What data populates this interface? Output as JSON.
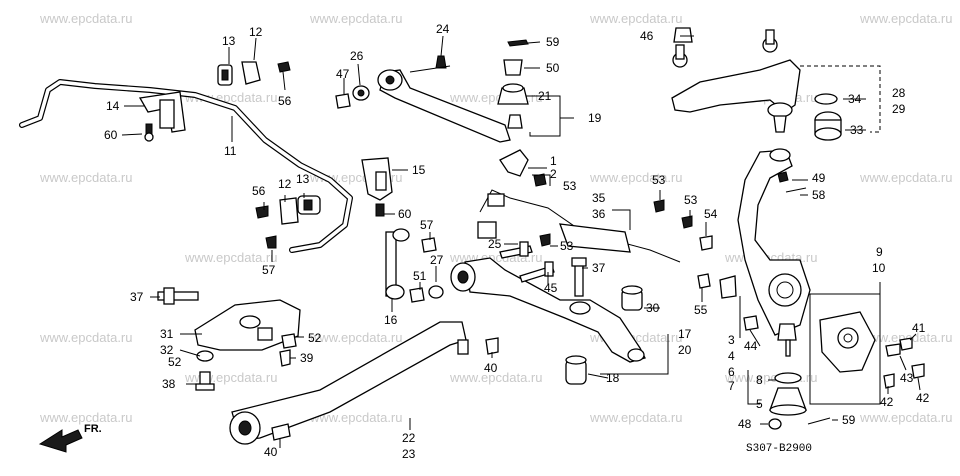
{
  "watermark": "www.epcdata.ru",
  "drawing_code": "S307-B2900",
  "front_arrow_label": "FR.",
  "callouts": [
    {
      "id": "c13a",
      "text": "13"
    },
    {
      "id": "c12a",
      "text": "12"
    },
    {
      "id": "c56a",
      "text": "56"
    },
    {
      "id": "c14",
      "text": "14"
    },
    {
      "id": "c60a",
      "text": "60"
    },
    {
      "id": "c11",
      "text": "11"
    },
    {
      "id": "c26",
      "text": "26"
    },
    {
      "id": "c47",
      "text": "47"
    },
    {
      "id": "c24",
      "text": "24"
    },
    {
      "id": "c59a",
      "text": "59"
    },
    {
      "id": "c50",
      "text": "50"
    },
    {
      "id": "c21",
      "text": "21"
    },
    {
      "id": "c19",
      "text": "19"
    },
    {
      "id": "c46",
      "text": "46"
    },
    {
      "id": "c28",
      "text": "28"
    },
    {
      "id": "c29",
      "text": "29"
    },
    {
      "id": "c34",
      "text": "34"
    },
    {
      "id": "c33",
      "text": "33"
    },
    {
      "id": "c15",
      "text": "15"
    },
    {
      "id": "c56b",
      "text": "56"
    },
    {
      "id": "c12b",
      "text": "12"
    },
    {
      "id": "c13b",
      "text": "13"
    },
    {
      "id": "c60b",
      "text": "60"
    },
    {
      "id": "c57a",
      "text": "57"
    },
    {
      "id": "c57b",
      "text": "57"
    },
    {
      "id": "c1",
      "text": "1"
    },
    {
      "id": "c2",
      "text": "2"
    },
    {
      "id": "c53a",
      "text": "53"
    },
    {
      "id": "c35",
      "text": "35"
    },
    {
      "id": "c36",
      "text": "36"
    },
    {
      "id": "c53b",
      "text": "53"
    },
    {
      "id": "c53c",
      "text": "53"
    },
    {
      "id": "c54",
      "text": "54"
    },
    {
      "id": "c49",
      "text": "49"
    },
    {
      "id": "c58",
      "text": "58"
    },
    {
      "id": "c25",
      "text": "25"
    },
    {
      "id": "c53d",
      "text": "53"
    },
    {
      "id": "c27",
      "text": "27"
    },
    {
      "id": "c51",
      "text": "51"
    },
    {
      "id": "c37a",
      "text": "37"
    },
    {
      "id": "c45",
      "text": "45"
    },
    {
      "id": "c9",
      "text": "9"
    },
    {
      "id": "c10",
      "text": "10"
    },
    {
      "id": "c37b",
      "text": "37"
    },
    {
      "id": "c16",
      "text": "16"
    },
    {
      "id": "c30",
      "text": "30"
    },
    {
      "id": "c55",
      "text": "55"
    },
    {
      "id": "c31",
      "text": "31"
    },
    {
      "id": "c32",
      "text": "32"
    },
    {
      "id": "c52a",
      "text": "52"
    },
    {
      "id": "c52b",
      "text": "52"
    },
    {
      "id": "c39",
      "text": "39"
    },
    {
      "id": "c38",
      "text": "38"
    },
    {
      "id": "c40a",
      "text": "40"
    },
    {
      "id": "c17",
      "text": "17"
    },
    {
      "id": "c20",
      "text": "20"
    },
    {
      "id": "c18",
      "text": "18"
    },
    {
      "id": "c3",
      "text": "3"
    },
    {
      "id": "c44",
      "text": "44"
    },
    {
      "id": "c4",
      "text": "4"
    },
    {
      "id": "c6",
      "text": "6"
    },
    {
      "id": "c7",
      "text": "7"
    },
    {
      "id": "c8",
      "text": "8"
    },
    {
      "id": "c5",
      "text": "5"
    },
    {
      "id": "c41",
      "text": "41"
    },
    {
      "id": "c43",
      "text": "43"
    },
    {
      "id": "c42a",
      "text": "42"
    },
    {
      "id": "c42b",
      "text": "42"
    },
    {
      "id": "c48",
      "text": "48"
    },
    {
      "id": "c59b",
      "text": "59"
    },
    {
      "id": "c22",
      "text": "22"
    },
    {
      "id": "c23",
      "text": "23"
    },
    {
      "id": "c40b",
      "text": "40"
    }
  ]
}
